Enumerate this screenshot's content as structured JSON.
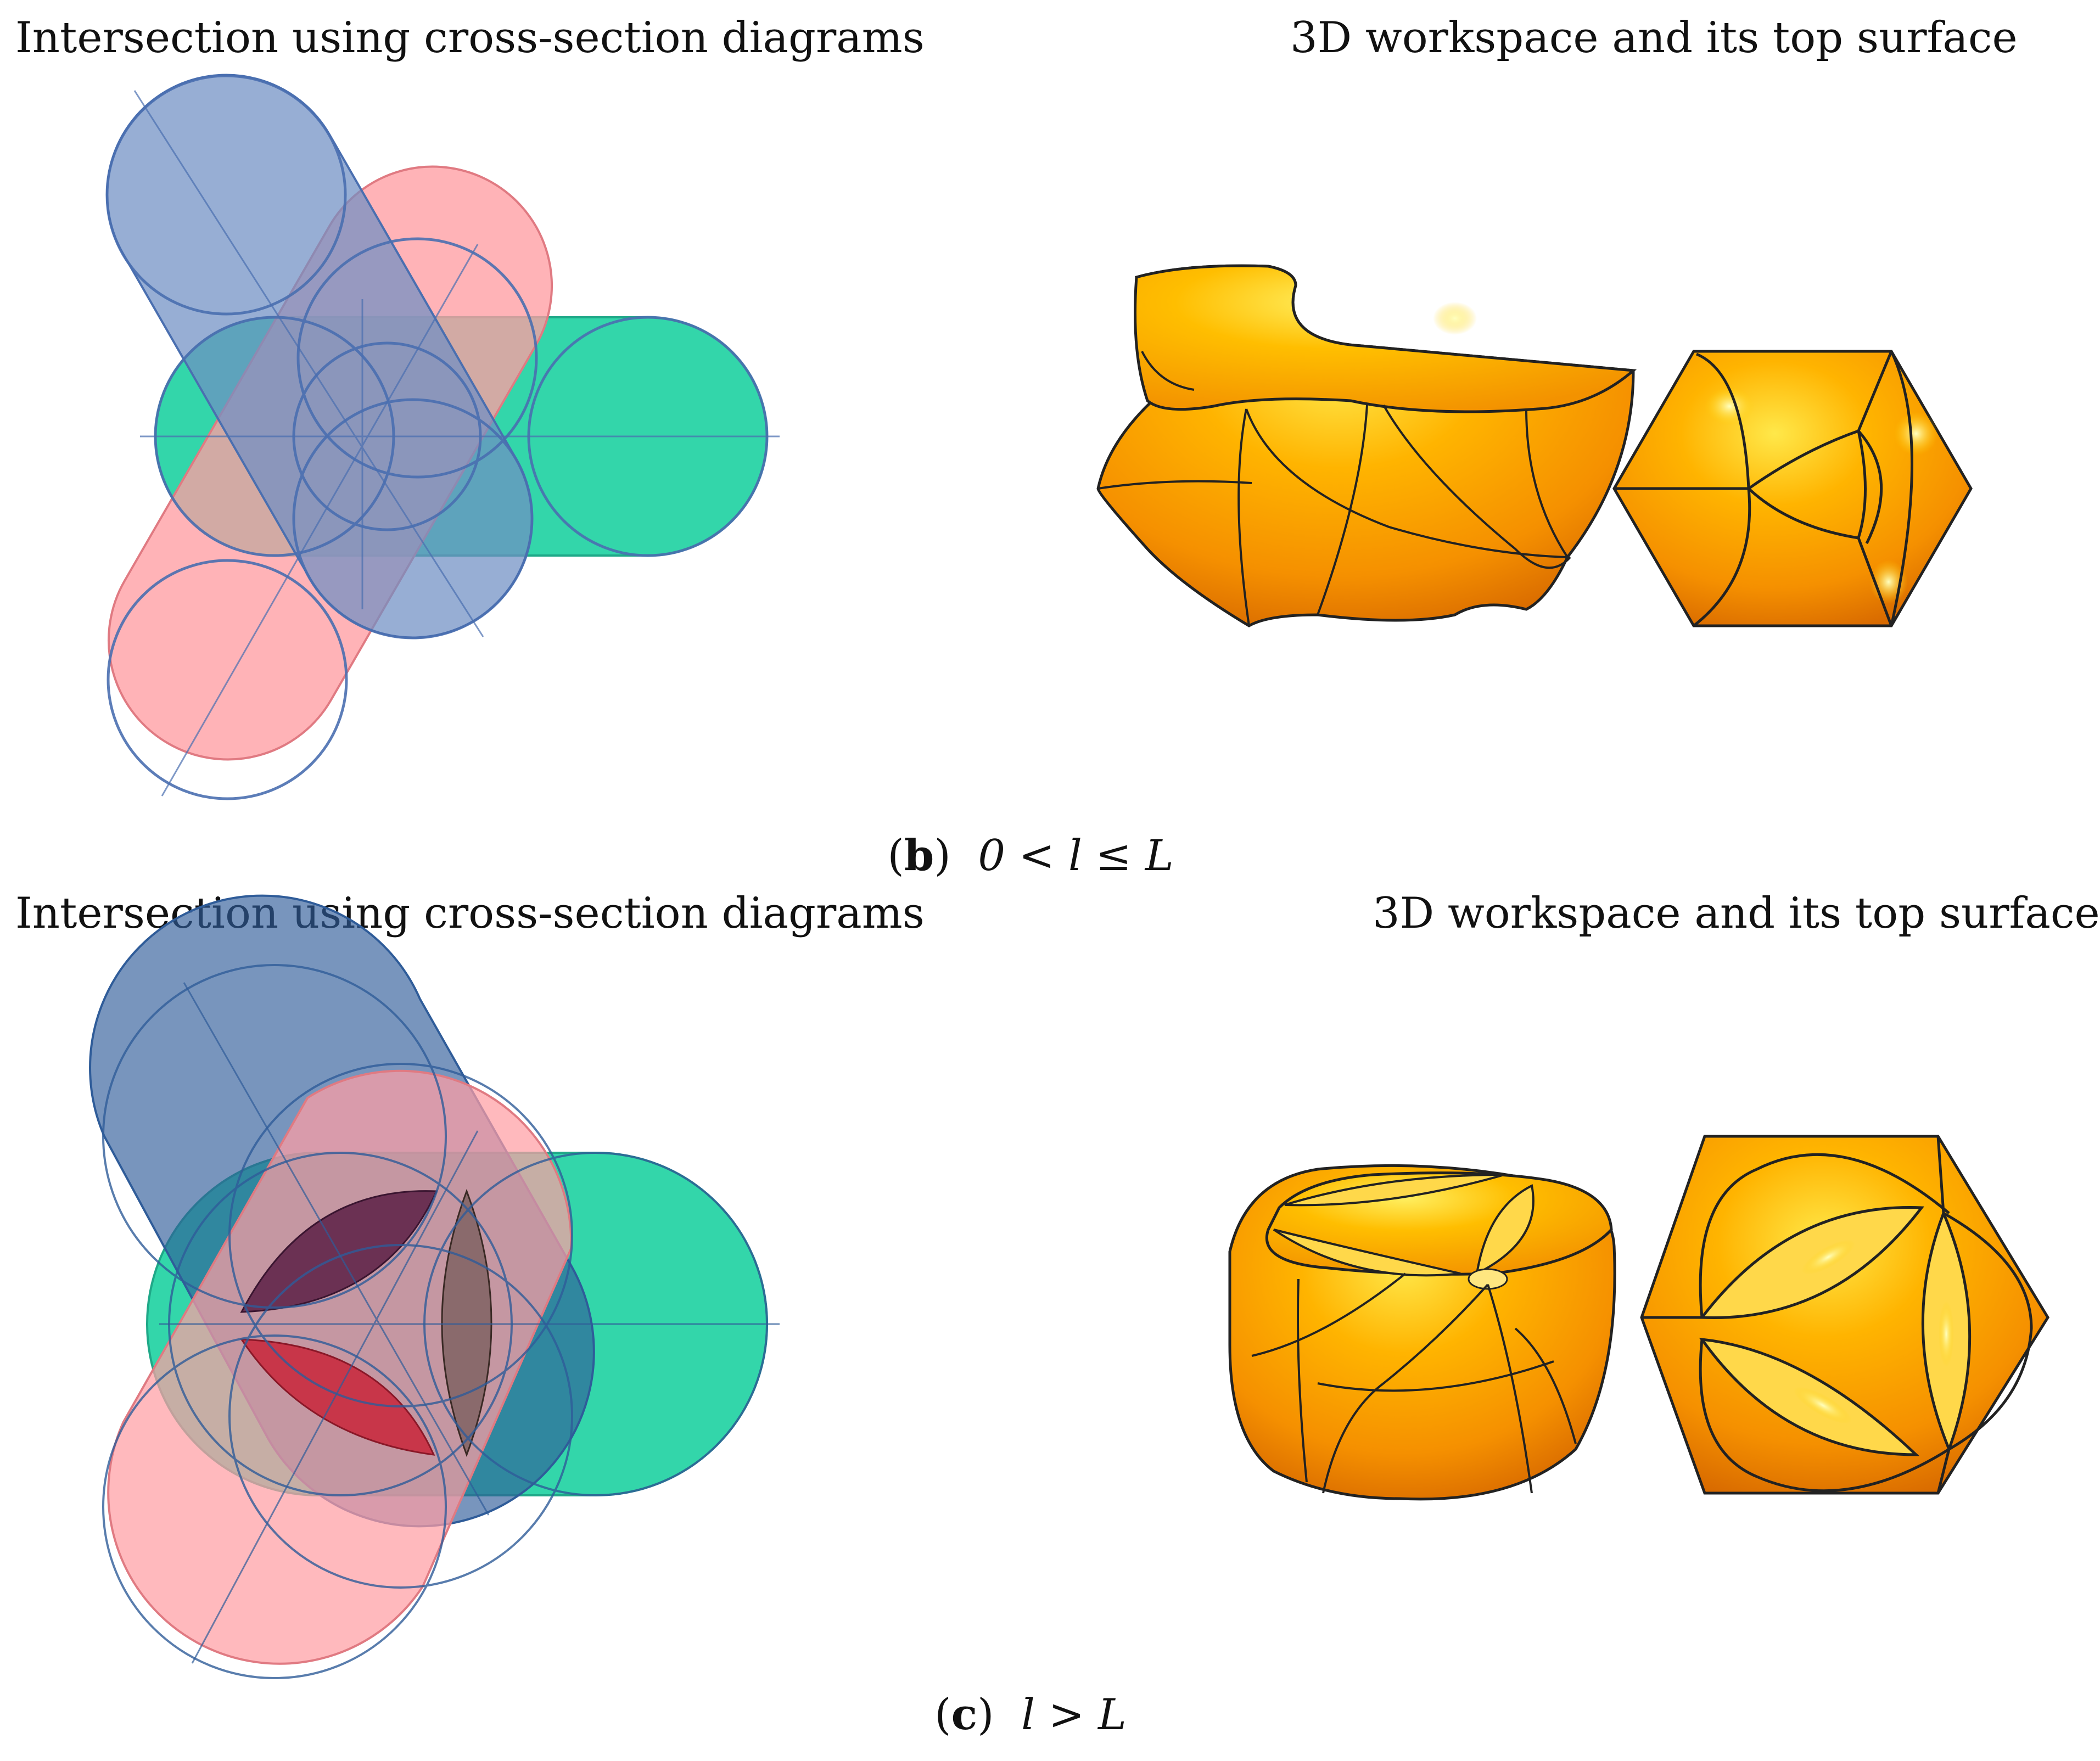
{
  "panels": [
    {
      "id": "b",
      "left_title": "Intersection using cross-section diagrams",
      "right_title": "3D workspace and its top surface",
      "caption_label": "b",
      "caption_condition": "0 < l ≤ L"
    },
    {
      "id": "c",
      "left_title": "Intersection using cross-section diagrams",
      "right_title": "3D workspace and its top surface",
      "caption_label": "c",
      "caption_condition": "l  >  L"
    }
  ],
  "colors": {
    "green": "#2fd5a8",
    "blue": "#6f8fc4",
    "pink": "#ff9ea3",
    "orange": "#ffa500",
    "dark_orange": "#e07000",
    "outline": "#222222"
  }
}
